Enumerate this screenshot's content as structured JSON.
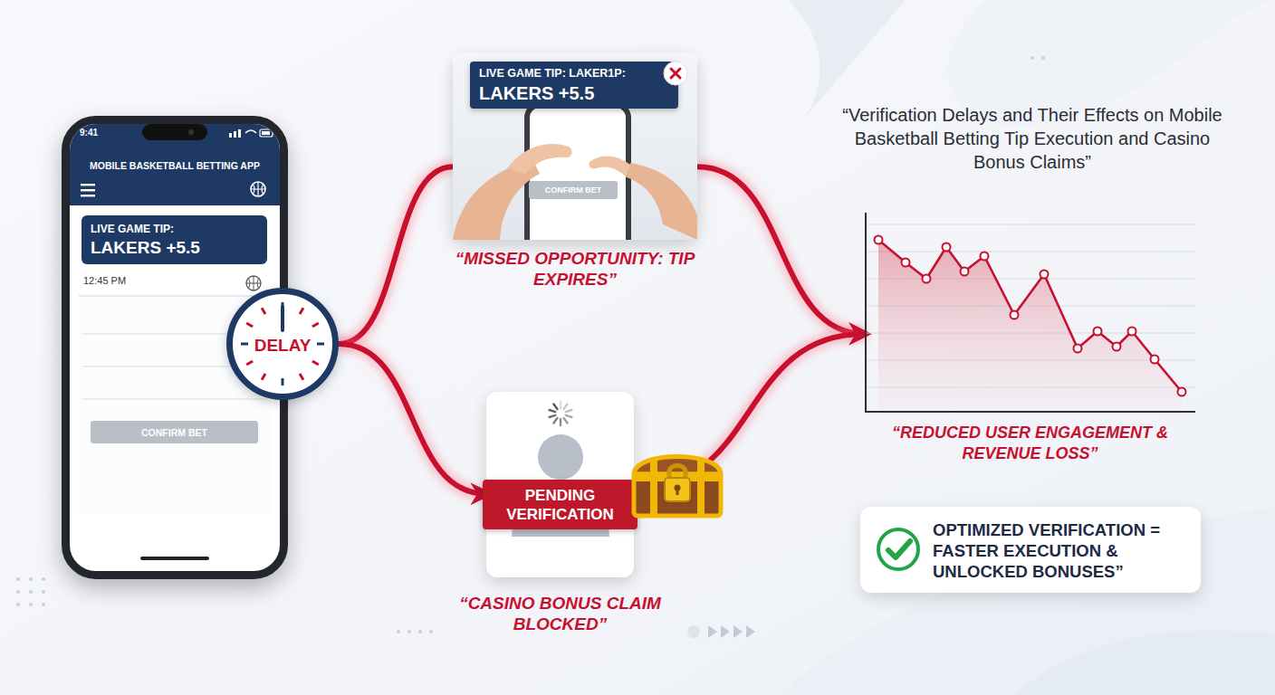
{
  "diagram": {
    "title": "“Verification Delays and Their Effects on Mobile Basketball Betting Tip Execution and Casino Bonus Claims”",
    "nodes": [
      {
        "text": [
          "MOBILE BASKETBALL BETTING APP"
        ]
      },
      {
        "text": [
          "LIVE GAME TIP:",
          "LAKERS +5.5"
        ],
        "in": 0
      },
      {
        "text": [
          "CONFIRM BET"
        ],
        "in": 0
      },
      {
        "text": [
          "DELAY"
        ]
      },
      {
        "text": [
          "“MISSED OPPORTUNITY: TIP EXPIRES”"
        ]
      },
      {
        "text": [
          "LIVE GAME TIP: LAKER1P:",
          "LAKERS +5.5"
        ],
        "in": 4
      },
      {
        "text": [
          "CONFIRM BET"
        ],
        "in": 4
      },
      {
        "text": [
          "“CASINO BONUS CLAIM BLOCKED”"
        ]
      },
      {
        "text": [
          "PENDING VERIFICATION"
        ],
        "in": 7
      },
      {
        "text": [
          "“REDUCED USER ENGAGEMENT & REVENUE LOSS”"
        ]
      },
      {
        "text": [
          "OPTIMIZED VERIFICATION = FASTER EXECUTION & UNLOCKED BONUSES”"
        ]
      }
    ],
    "edges": [
      {
        "from": 3,
        "to": 4,
        "arrow": "none"
      },
      {
        "from": 3,
        "to": 7,
        "arrow": "to"
      },
      {
        "from": 4,
        "to": 9,
        "arrow": "to"
      },
      {
        "from": 7,
        "to": 9,
        "arrow": "to"
      }
    ],
    "labels": [
      "9:41",
      "12:45 PM"
    ]
  }
}
